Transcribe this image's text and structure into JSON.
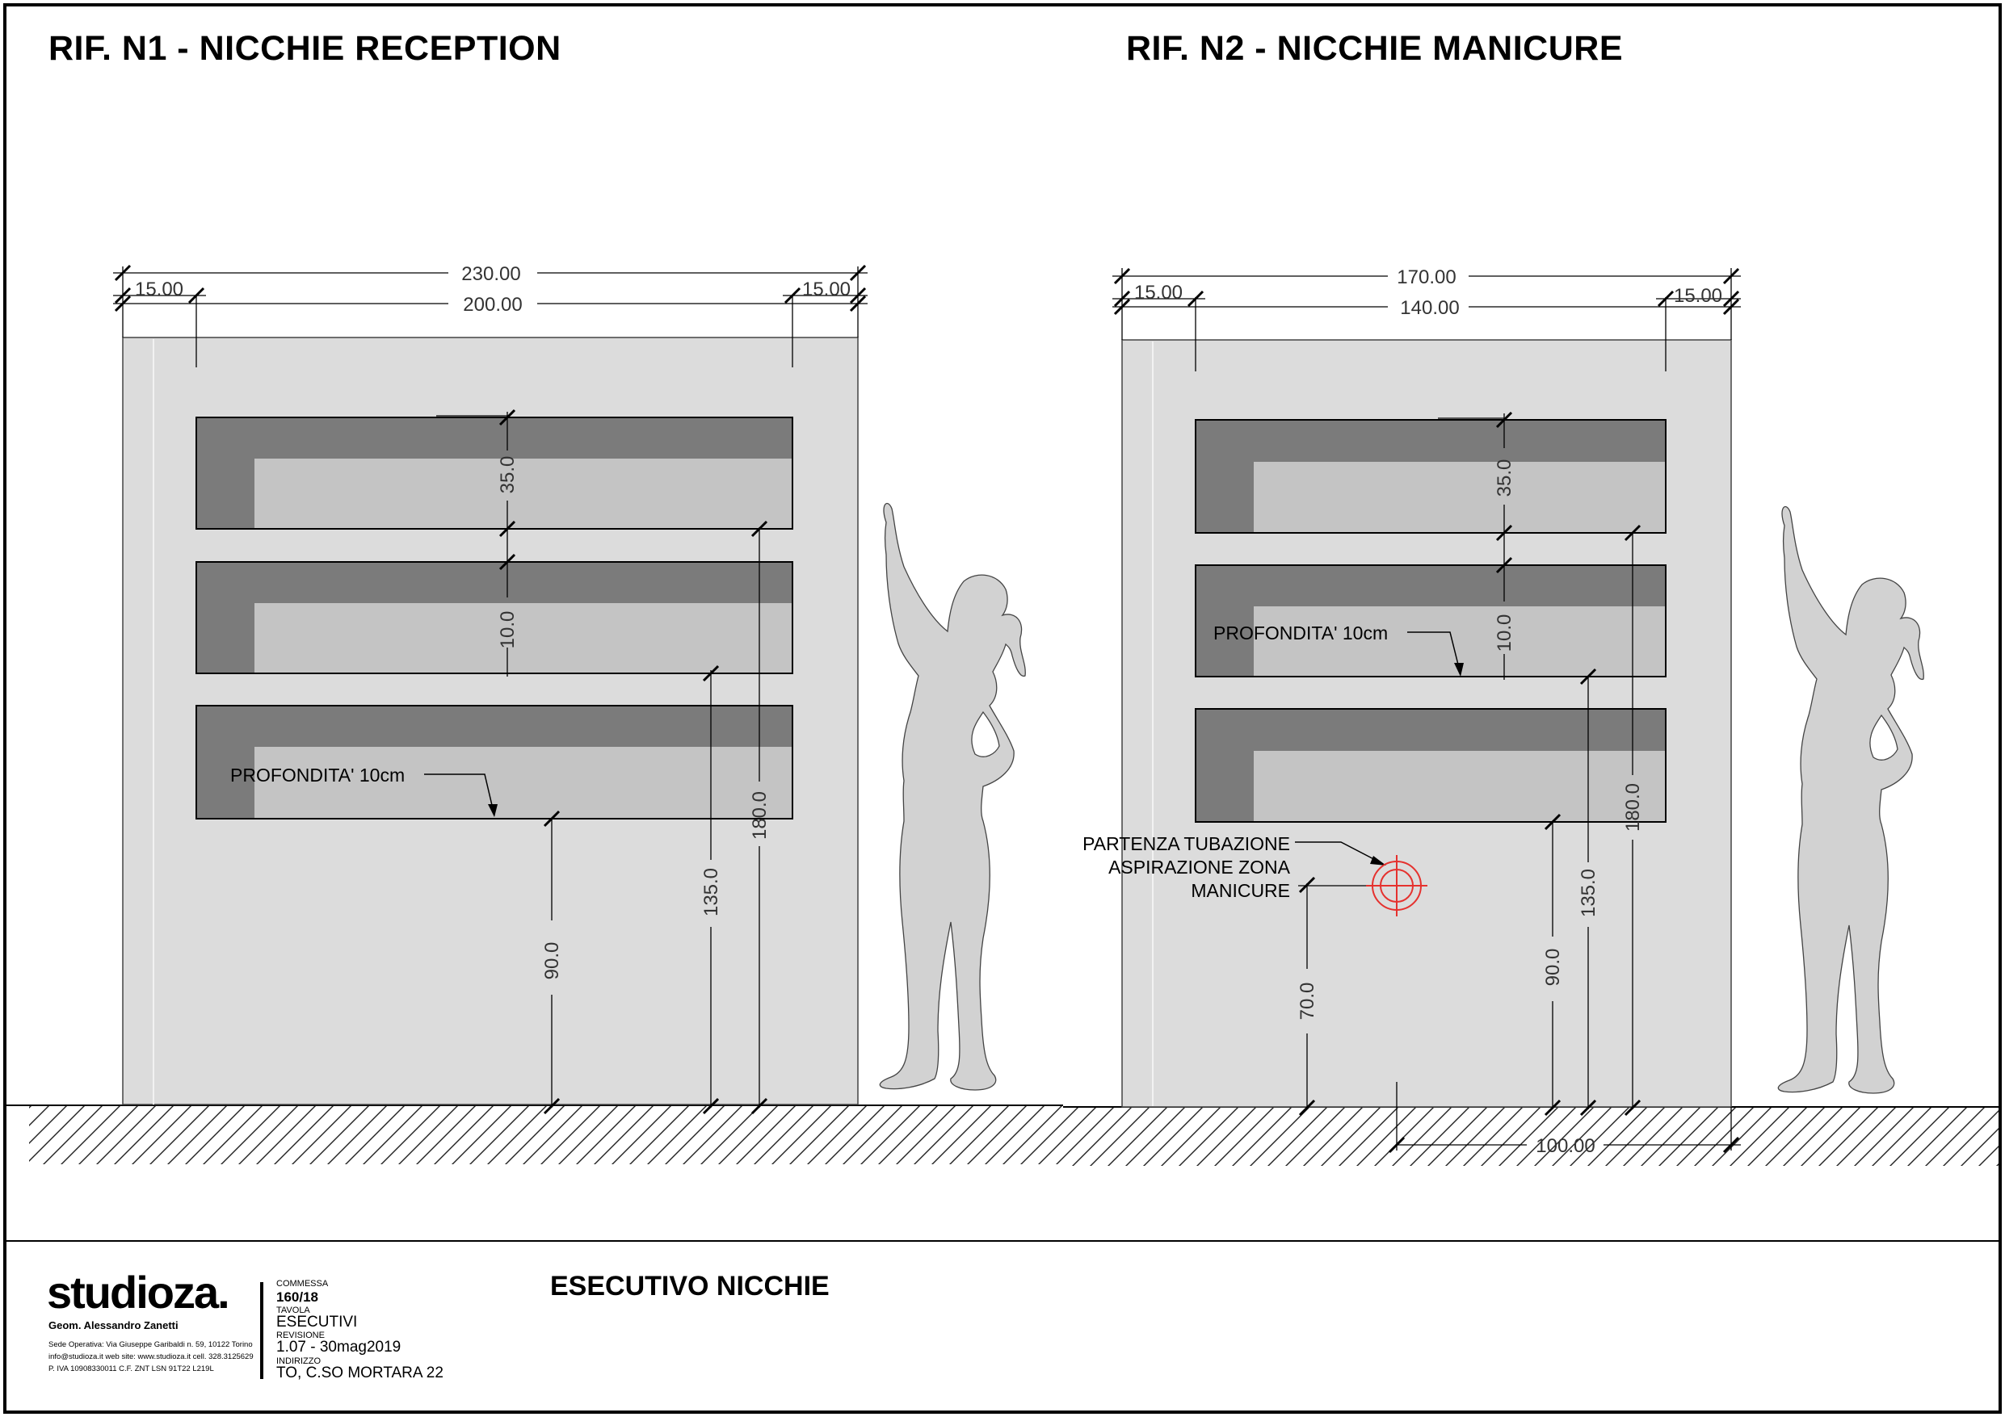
{
  "drawings": [
    {
      "title": "RIF. N1 - NICCHIE RECEPTION",
      "dims": {
        "overall": "230.00",
        "inner": "200.00",
        "side_left": "15.00",
        "side_right": "15.00",
        "niche_height": "35.0",
        "gap": "10.0",
        "h_bottom": "90.0",
        "h_mid": "135.0",
        "h_top": "180.0"
      },
      "note_depth": "PROFONDITA' 10cm"
    },
    {
      "title": "RIF. N2 - NICCHIE MANICURE",
      "dims": {
        "overall": "170.00",
        "inner": "140.00",
        "side_left": "15.00",
        "side_right": "15.00",
        "niche_height": "35.0",
        "gap": "10.0",
        "h_bottom": "90.0",
        "h_mid": "135.0",
        "h_top": "180.0",
        "h_pipe": "70.0",
        "pipe_offset": "100.00"
      },
      "note_depth": "PROFONDITA' 10cm",
      "note_pipe": [
        "PARTENZA TUBAZIONE",
        "ASPIRAZIONE ZONA",
        "MANICURE"
      ]
    }
  ],
  "title_block": {
    "logo": "studioza.",
    "author": "Geom. Alessandro Zanetti",
    "address": "Sede Operativa: Via Giuseppe Garibaldi n. 59, 10122 Torino",
    "contacts": "info@studioza.it   web site:  www.studioza.it   cell. 328.3125629",
    "tax": "P. IVA 10908330011     C.F. ZNT LSN 91T22 L219L",
    "commessa_label": "COMMESSA",
    "commessa_value": "160/18",
    "tavola_label": "TAVOLA",
    "tavola_value": "ESECUTIVI",
    "revisione_label": "REVISIONE",
    "revisione_value": "1.07 - 30mag2019",
    "indirizzo_label": "INDIRIZZO",
    "indirizzo_value": "TO, C.SO MORTARA 22",
    "sheet_title": "ESECUTIVO NICCHIE"
  },
  "colors": {
    "wall": "#dcdcdc",
    "niche_dark": "#7b7b7b",
    "niche_light": "#c4c4c4",
    "silhouette": "#d2d2d2",
    "pipe_symbol": "#e5312e"
  }
}
